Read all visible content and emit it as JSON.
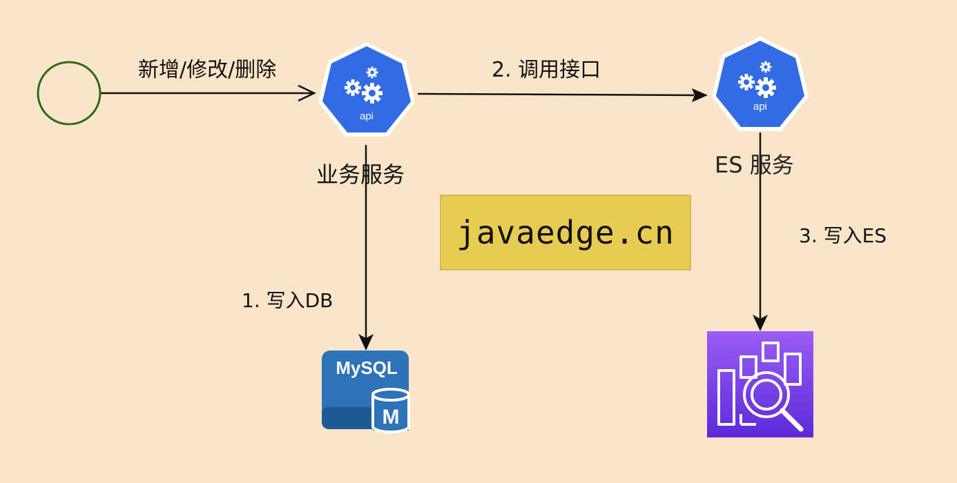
{
  "edges": {
    "user_to_business": {
      "label": "新增/修改/删除"
    },
    "business_to_es_service": {
      "label": "2. 调用接口"
    },
    "business_to_mysql": {
      "label": "1. 写入DB"
    },
    "es_service_to_search": {
      "label": "3. 写入ES"
    }
  },
  "nodes": {
    "business_service": {
      "label": "业务服务",
      "icon": "kubernetes-api-icon",
      "icon_text": "api"
    },
    "es_service": {
      "label": "ES 服务",
      "icon": "kubernetes-api-icon",
      "icon_text": "api"
    },
    "mysql": {
      "icon": "mysql-database-icon",
      "logo_text": "MySQL",
      "badge_text": "M"
    },
    "search": {
      "icon": "aws-opensearch-icon"
    },
    "user": {
      "icon": "circle-start-node"
    }
  },
  "watermark": {
    "text": "javaedge.cn"
  },
  "colors": {
    "background": "#fae5c9",
    "k8s_blue": "#326ce5",
    "mysql_blue": "#2e73b8",
    "opensearch_purple": "#7b3ff2",
    "start_node_stroke": "#2d6a13",
    "watermark_fill": "#e8cc52"
  }
}
